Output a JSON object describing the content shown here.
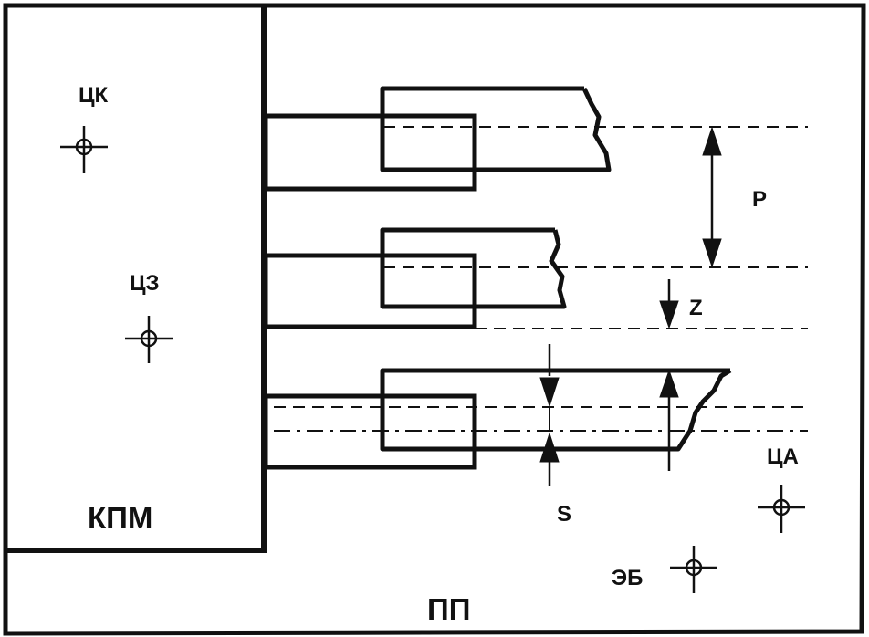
{
  "labels": {
    "tsk": "ЦК",
    "tsz": "ЦЗ",
    "tsa": "ЦА",
    "eb": "ЭБ",
    "kpm": "КПМ",
    "pp": "ПП",
    "p": "P",
    "z": "Z",
    "s": "S"
  }
}
